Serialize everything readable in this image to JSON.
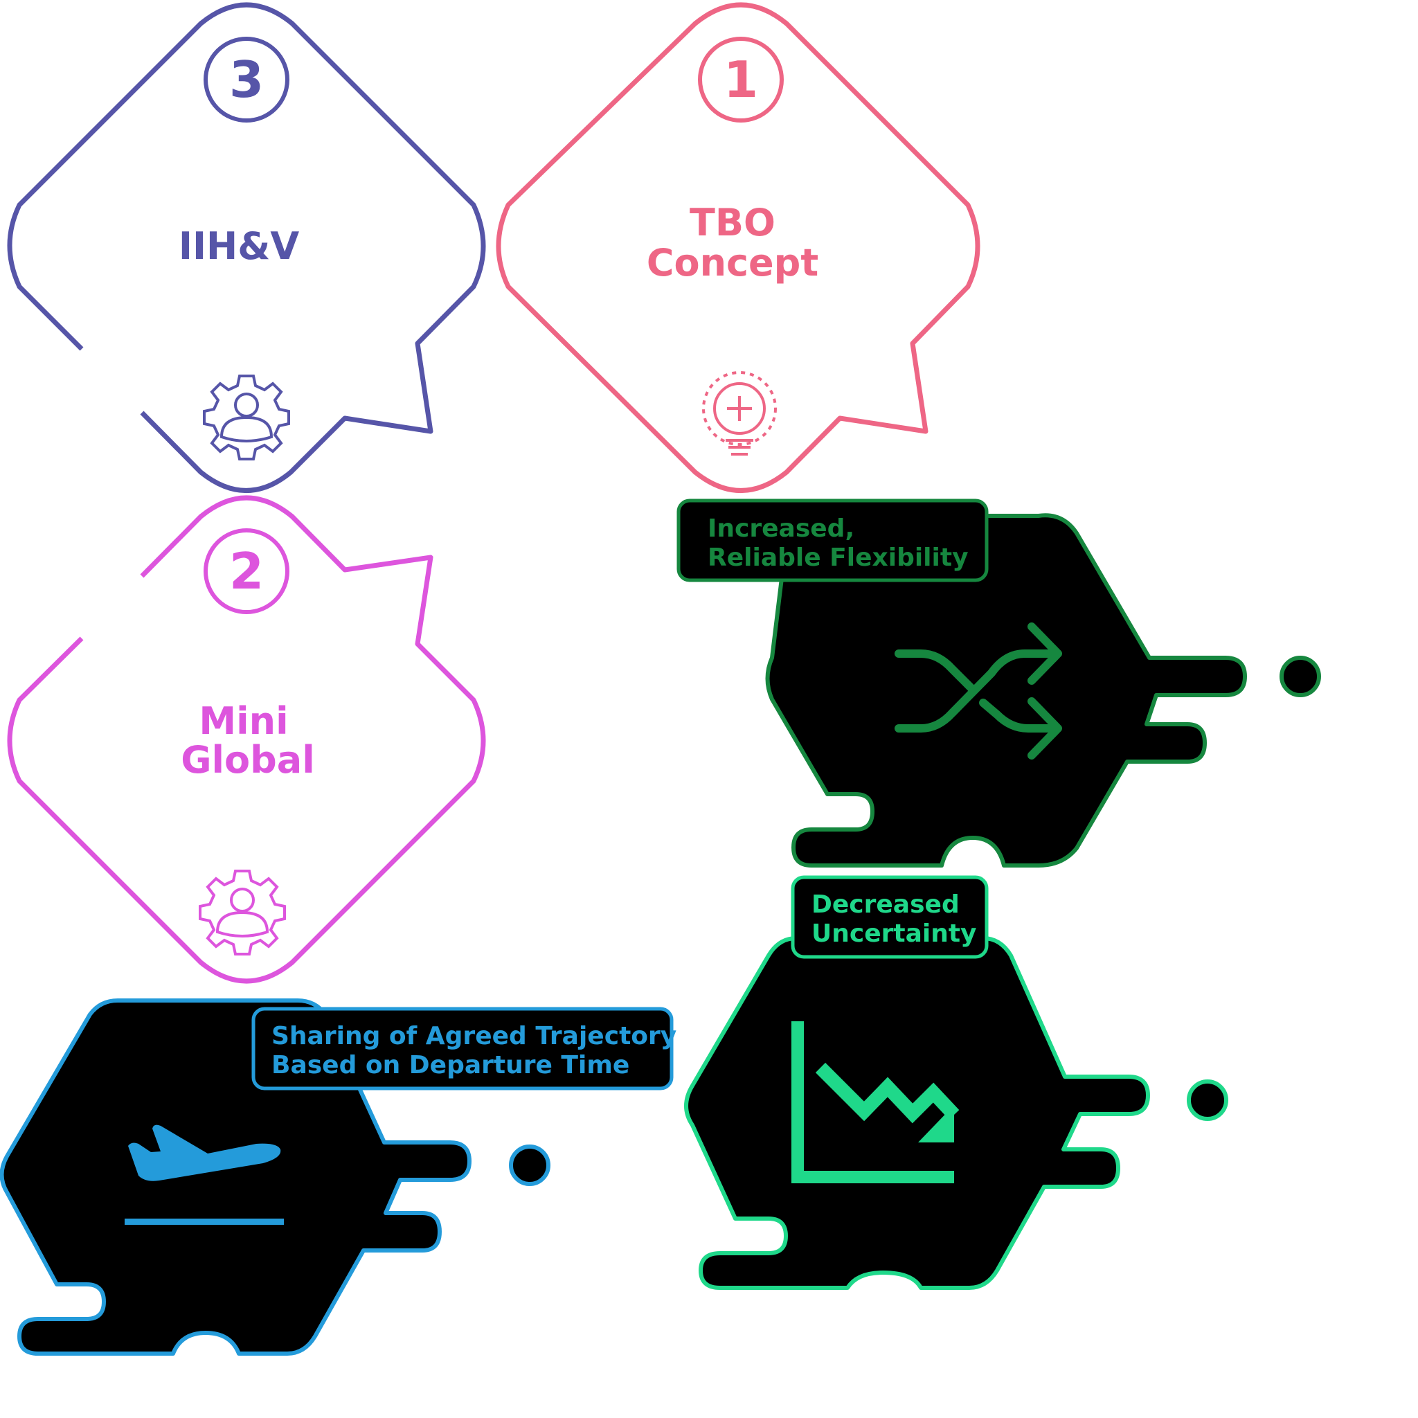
{
  "colors": {
    "purple": "#5655A8",
    "pink": "#EE6685",
    "magenta": "#DD55DD",
    "dark_green": "#16873F",
    "green": "#1FD88A",
    "blue": "#249BDA",
    "black": "#000000",
    "white": "#FFFFFF"
  },
  "steps": [
    {
      "number": "3",
      "title_lines": [
        "IIH&V"
      ],
      "icon": "gear-person-icon"
    },
    {
      "number": "1",
      "title_lines": [
        "TBO",
        "Concept"
      ],
      "icon": "lightbulb-plus-icon"
    },
    {
      "number": "2",
      "title_lines": [
        "Mini",
        "Global"
      ],
      "icon": "gear-person-icon"
    }
  ],
  "benefits": [
    {
      "label_lines": [
        "Increased,",
        "Reliable Flexibility"
      ],
      "icon": "shuffle-arrows-icon"
    },
    {
      "label_lines": [
        "Decreased",
        "Uncertainty"
      ],
      "icon": "declining-chart-icon"
    },
    {
      "label_lines": [
        "Sharing of Agreed Trajectory",
        "Based on Departure Time"
      ],
      "icon": "airplane-takeoff-icon"
    }
  ]
}
